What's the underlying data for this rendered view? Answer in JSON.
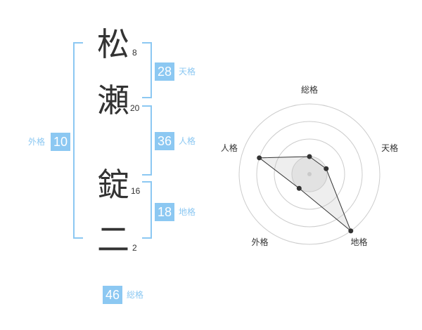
{
  "name": {
    "chars": [
      {
        "char": "松",
        "strokes": "8"
      },
      {
        "char": "瀬",
        "strokes": "20"
      },
      {
        "char": "錠",
        "strokes": "16"
      },
      {
        "char": "二",
        "strokes": "2"
      }
    ]
  },
  "scores": {
    "tenkaku": {
      "value": "28",
      "label": "天格"
    },
    "jinkaku": {
      "value": "36",
      "label": "人格"
    },
    "chikaku": {
      "value": "18",
      "label": "地格"
    },
    "gaikaku": {
      "value": "10",
      "label": "外格"
    },
    "soukaku": {
      "value": "46",
      "label": "総格"
    }
  },
  "colors": {
    "accent": "#8cc8f2",
    "text": "#333333"
  },
  "chart_data": {
    "type": "radar",
    "axes": [
      "総格",
      "天格",
      "地格",
      "外格",
      "人格"
    ],
    "rings": 4,
    "values": [
      1,
      1,
      4,
      1,
      3
    ],
    "max": 4
  }
}
